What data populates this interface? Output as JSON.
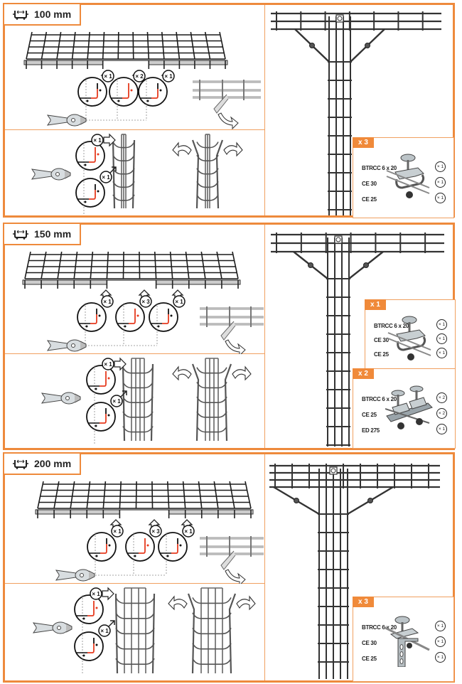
{
  "document": {
    "type": "cable-tray tee cutting instructions",
    "accent_color": "#ee8a3c",
    "cut_color": "#e63a1e"
  },
  "sections": [
    {
      "width_label": "100 mm",
      "icon": "tray-width-icon",
      "cut_counts": [
        "× 1",
        "× 2",
        "× 1"
      ],
      "side_cut_counts": [
        "× 1",
        "× 1"
      ],
      "kits": [
        {
          "tag": "x 3",
          "items": [
            {
              "ref": "BTRCC 6 x 20",
              "qty": "× 1"
            },
            {
              "ref": "CE 30",
              "qty": "× 1"
            },
            {
              "ref": "CE 25",
              "qty": "× 1"
            }
          ]
        }
      ]
    },
    {
      "width_label": "150 mm",
      "icon": "tray-width-icon",
      "cut_counts": [
        "× 1",
        "× 3",
        "× 1"
      ],
      "side_cut_counts": [
        "× 1",
        "× 1"
      ],
      "kits": [
        {
          "tag": "x 1",
          "items": [
            {
              "ref": "BTRCC 6 x 20",
              "qty": "× 1"
            },
            {
              "ref": "CE 30",
              "qty": "× 1"
            },
            {
              "ref": "CE 25",
              "qty": "× 1"
            }
          ]
        },
        {
          "tag": "x 2",
          "items": [
            {
              "ref": "BTRCC 6 x 20",
              "qty": "× 2"
            },
            {
              "ref": "CE 25",
              "qty": "× 2"
            },
            {
              "ref": "ED 275",
              "qty": "× 1"
            }
          ]
        }
      ]
    },
    {
      "width_label": "200 mm",
      "icon": "tray-width-icon",
      "cut_counts": [
        "× 1",
        "× 3",
        "× 1"
      ],
      "side_cut_counts": [
        "× 1",
        "× 1"
      ],
      "kits": [
        {
          "tag": "x 3",
          "items": [
            {
              "ref": "BTRCC 6 x 20",
              "qty": "× 1"
            },
            {
              "ref": "CE 30",
              "qty": "× 1"
            },
            {
              "ref": "CE 25",
              "qty": "× 1"
            }
          ]
        }
      ]
    }
  ]
}
